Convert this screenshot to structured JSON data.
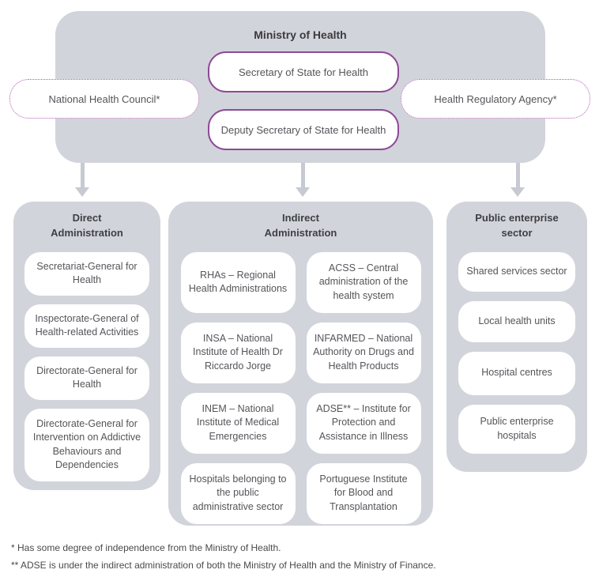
{
  "root": {
    "title": "Ministry of Health",
    "secretary_label": "Secretary of State for Health",
    "deputy_label": "Deputy Secretary of State for Health",
    "national_health_council_label": "National Health Council*",
    "health_regulatory_agency_label": "Health Regulatory Agency*"
  },
  "columns": [
    {
      "header": "Direct Administration",
      "items": [
        "Secretariat-General for Health",
        "Inspectorate-General of Health-related Activities",
        "Directorate-General for Health",
        "Directorate-General for Intervention on Addictive Behaviours and Dependencies"
      ]
    },
    {
      "header": "Indirect Administration",
      "items": [
        "RHAs – Regional Health Administrations",
        "ACSS – Central administration of the health system",
        "INSA – National Institute of Health Dr Riccardo Jorge",
        "INFARMED – National Authority on Drugs and Health Products",
        "INEM – National Institute of Medical Emergencies",
        "ADSE** – Institute for Protection and Assistance in Illness",
        "Hospitals belonging to the public administrative sector",
        "Portuguese Institute for Blood and Transplantation"
      ]
    },
    {
      "header": "Public enterprise sector",
      "items": [
        "Shared services sector",
        "Local health units",
        "Hospital centres",
        "Public enterprise hospitals"
      ]
    }
  ],
  "footnotes": [
    "* Has some degree of independence from the Ministry of Health.",
    "** ADSE is under the indirect administration of both the Ministry of Health and the Ministry of Finance."
  ],
  "colors": {
    "container_gray": "#d2d4db",
    "box_white": "#ffffff",
    "purple_solid_border": "#8d4a96",
    "purple_dotted_border": "#b15ab5",
    "arrow_gray": "#c7cad3",
    "title_text": "#3b3b3e",
    "body_text": "#55555a"
  }
}
